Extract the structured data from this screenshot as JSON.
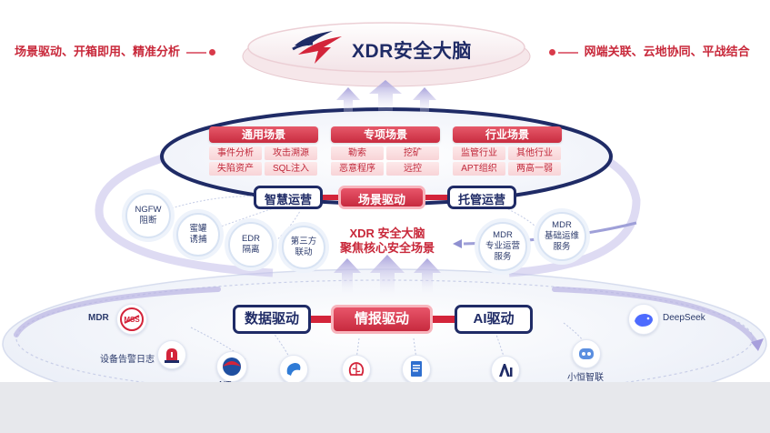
{
  "header": {
    "brand_title": "XDR安全大脑",
    "left_tagline": "场景驱动、开箱即用、精准分析",
    "right_tagline": "网端关联、云地协同、平战结合"
  },
  "scenes": [
    {
      "title": "通用场景",
      "items": [
        "事件分析",
        "攻击溯源",
        "失陷资产",
        "SQL注入"
      ]
    },
    {
      "title": "专项场景",
      "items": [
        "勒索",
        "挖矿",
        "恶意程序",
        "远控"
      ]
    },
    {
      "title": "行业场景",
      "items": [
        "监管行业",
        "其他行业",
        "APT组织",
        "两高一弱"
      ]
    }
  ],
  "ops_row": {
    "left": "智慧运营",
    "center": "场景驱动",
    "right": "托管运营"
  },
  "core": {
    "line1": "XDR 安全大脑",
    "line2": "聚焦核心安全场景"
  },
  "left_bubbles": [
    {
      "line1": "NGFW",
      "line2": "阻断"
    },
    {
      "line1": "蜜罐",
      "line2": "诱捕"
    },
    {
      "line1": "EDR",
      "line2": "隔离"
    },
    {
      "line1": "第三方",
      "line2": "联动"
    }
  ],
  "right_bubbles": [
    {
      "line1": "MDR",
      "line2": "专业运营",
      "line3": "服务"
    },
    {
      "line1": "MDR",
      "line2": "基础运维",
      "line3": "服务"
    }
  ],
  "drive_row": {
    "left": "数据驱动",
    "center": "情报驱动",
    "right": "AI驱动"
  },
  "sources": {
    "mdr_label": "MDR",
    "mss_badge": "MSS",
    "alarm_label": "设备告警日志",
    "deepseek_label": "DeepSeek",
    "partial_left": "NT",
    "partial_right": "小恒智联"
  },
  "colors": {
    "brand_navy": "#1f2b66",
    "accent_red": "#c8283a",
    "light_pink": "#f8d4d7",
    "arrow_lavender": "#b7b4e0",
    "bottom_band": "#e7e8ec"
  }
}
